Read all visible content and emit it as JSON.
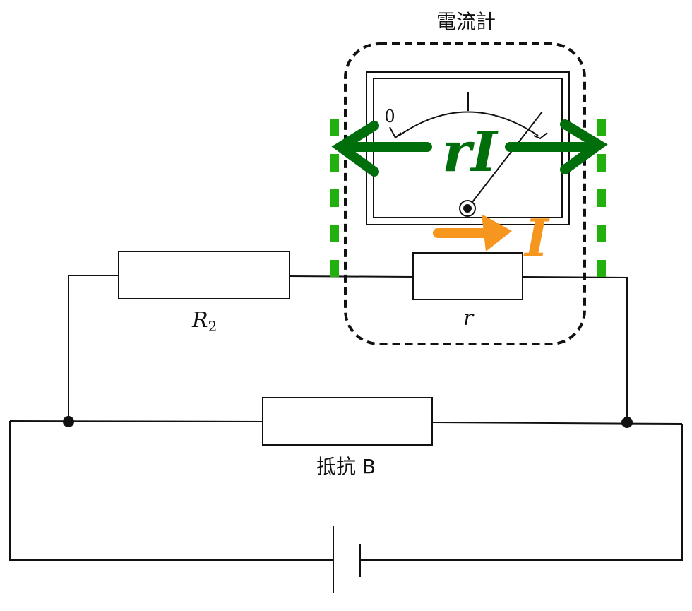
{
  "diagram": {
    "title": "電流計",
    "labels": {
      "resistor_r2": "R",
      "resistor_r2_sub": "2",
      "resistor_r": "r",
      "resistor_b": "抵抗 B",
      "scale_zero": "0",
      "voltage_annotation": "rI",
      "current_annotation": "I"
    },
    "colors": {
      "voltage_arrow": "#006e0a",
      "voltage_markers": "#22b00e",
      "current_arrow": "#f7961e",
      "wire": "#111111",
      "ammeter_boundary": "#111111"
    }
  }
}
